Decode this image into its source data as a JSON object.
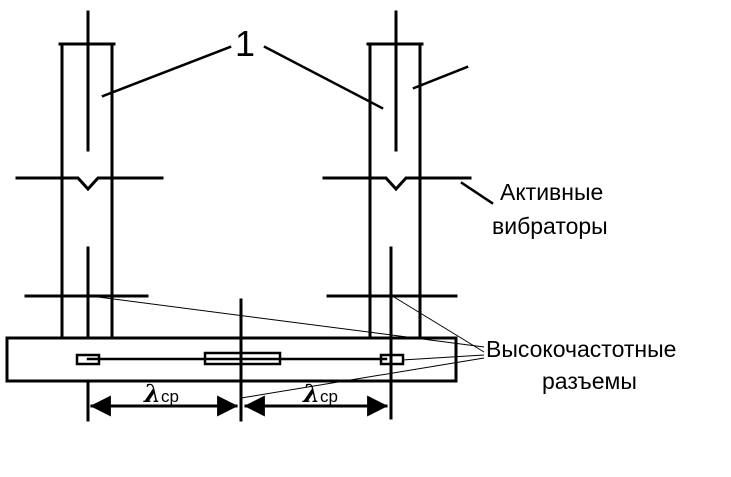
{
  "callout_number": "1",
  "labels": {
    "active_line1": "Активные",
    "active_line2": "вибраторы",
    "hf_line1": "Высокочастотные",
    "hf_line2": "разъемы"
  },
  "dimensions": [
    {
      "symbol": "λ",
      "subscript": "ср"
    },
    {
      "symbol": "λ",
      "subscript": "ср"
    }
  ]
}
